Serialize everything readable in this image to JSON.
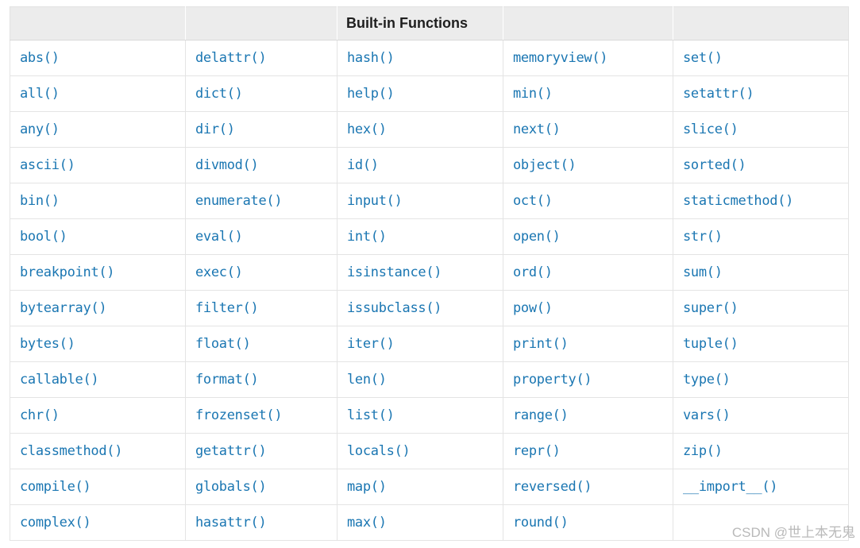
{
  "table": {
    "header_label": "Built-in Functions",
    "header_cells": [
      "",
      "",
      "Built-in Functions",
      "",
      ""
    ],
    "rows": [
      [
        "abs()",
        "delattr()",
        "hash()",
        "memoryview()",
        "set()"
      ],
      [
        "all()",
        "dict()",
        "help()",
        "min()",
        "setattr()"
      ],
      [
        "any()",
        "dir()",
        "hex()",
        "next()",
        "slice()"
      ],
      [
        "ascii()",
        "divmod()",
        "id()",
        "object()",
        "sorted()"
      ],
      [
        "bin()",
        "enumerate()",
        "input()",
        "oct()",
        "staticmethod()"
      ],
      [
        "bool()",
        "eval()",
        "int()",
        "open()",
        "str()"
      ],
      [
        "breakpoint()",
        "exec()",
        "isinstance()",
        "ord()",
        "sum()"
      ],
      [
        "bytearray()",
        "filter()",
        "issubclass()",
        "pow()",
        "super()"
      ],
      [
        "bytes()",
        "float()",
        "iter()",
        "print()",
        "tuple()"
      ],
      [
        "callable()",
        "format()",
        "len()",
        "property()",
        "type()"
      ],
      [
        "chr()",
        "frozenset()",
        "list()",
        "range()",
        "vars()"
      ],
      [
        "classmethod()",
        "getattr()",
        "locals()",
        "repr()",
        "zip()"
      ],
      [
        "compile()",
        "globals()",
        "map()",
        "reversed()",
        "__import__()"
      ],
      [
        "complex()",
        "hasattr()",
        "max()",
        "round()",
        ""
      ]
    ]
  },
  "watermark": {
    "text": "CSDN @世上本无鬼"
  },
  "colors": {
    "link_blue": "#1a76b2",
    "header_background": "#ececec",
    "cell_border": "#e4e4e4",
    "watermark_gray": "#b9b9b9"
  }
}
